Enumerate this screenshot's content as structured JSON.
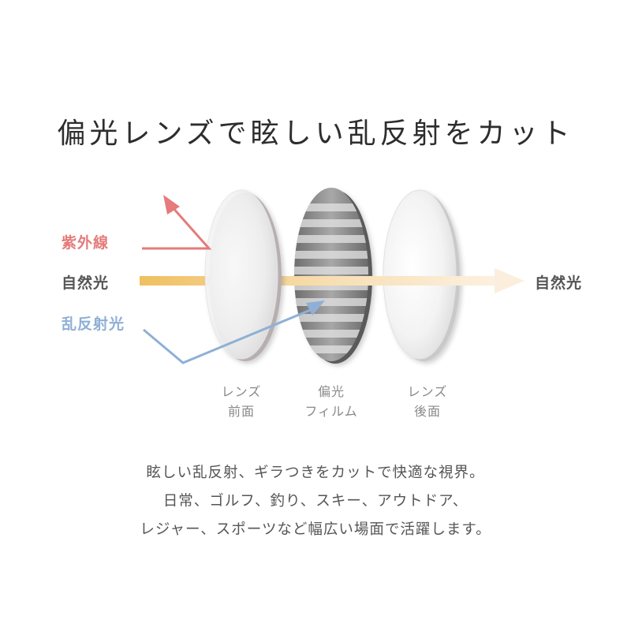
{
  "title": "偏光レンズで眩しい乱反射をカット",
  "labels": {
    "uv": "紫外線",
    "natural_in": "自然光",
    "scatter": "乱反射光",
    "natural_out": "自然光"
  },
  "lenses": [
    {
      "line1": "レンズ",
      "line2": "前面"
    },
    {
      "line1": "偏光",
      "line2": "フィルム"
    },
    {
      "line1": "レンズ",
      "line2": "後面"
    }
  ],
  "description": [
    "眩しい乱反射、ギラつきをカットで快適な視界。",
    "日常、ゴルフ、釣り、スキー、アウトドア、",
    "レジャー、スポーツなど幅広い場面で活躍します。"
  ],
  "colors": {
    "uv": "#e57b7b",
    "natural": "#555555",
    "scatter": "#8fb0d6",
    "beam_start": "#f0c060",
    "beam_end": "#fbeedd"
  }
}
